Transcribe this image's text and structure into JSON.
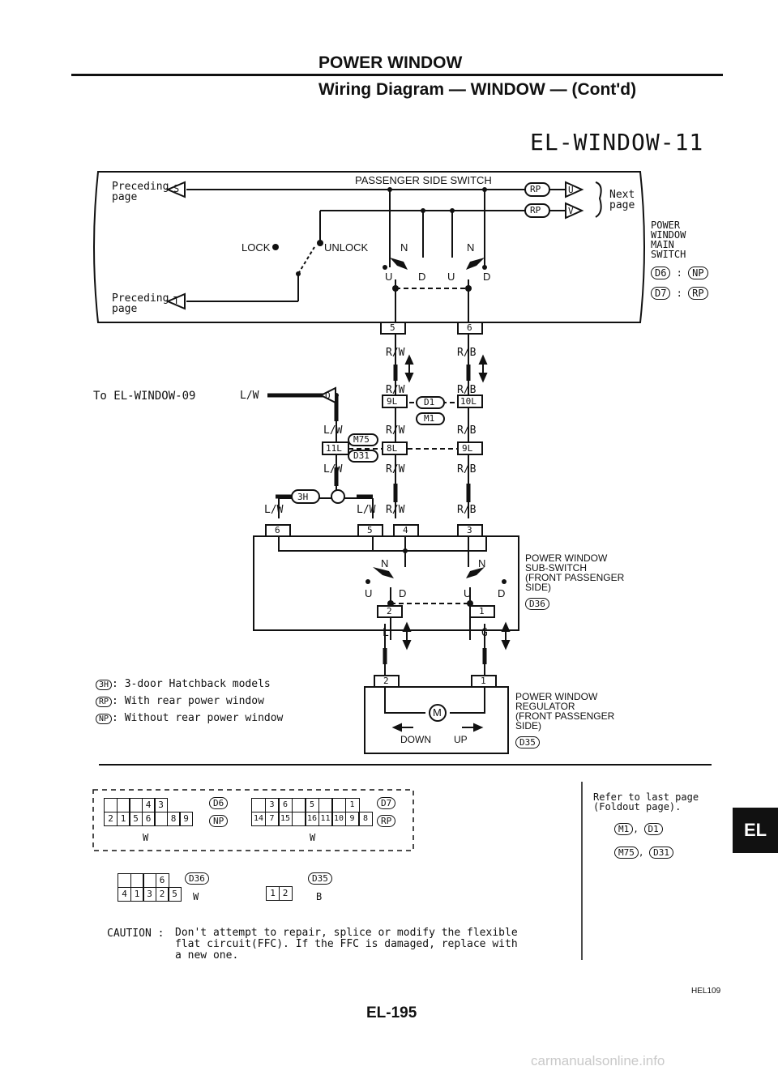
{
  "header": {
    "title": "POWER WINDOW",
    "subtitle": "Wiring Diagram — WINDOW — (Cont'd)",
    "diagram_code": "EL-WINDOW-11"
  },
  "main_switch": {
    "prev_page_1": "Preceding\npage",
    "prev_marker_1": "S",
    "prev_page_2": "Preceding\npage",
    "prev_marker_2": "T",
    "passenger_side_switch": "PASSENGER SIDE SWITCH",
    "next_page": "Next\npage",
    "next_marker_u": "U",
    "next_marker_v": "V",
    "rp": "RP",
    "lock": "LOCK",
    "unlock": "UNLOCK",
    "n": "N",
    "u": "U",
    "d": "D",
    "name": "POWER\nWINDOW\nMAIN\nSWITCH",
    "variant_1_conn": "D6",
    "variant_1_model": "NP",
    "variant_2_conn": "D7",
    "variant_2_model": "RP"
  },
  "wires": {
    "rw": "R/W",
    "rb": "R/B",
    "lw": "L/W",
    "l": "L",
    "g": "G",
    "to_window_09": "To EL-WINDOW-09",
    "q_marker": "Q",
    "pin_5": "5",
    "pin_6": "6",
    "pin_9l": "9L",
    "pin_10l": "10L",
    "pin_11l": "11L",
    "pin_8l": "8L",
    "conn_d1": "D1",
    "conn_m1": "M1",
    "conn_m75": "M75",
    "conn_d31": "D31",
    "junction_3h": "3H"
  },
  "sub_switch": {
    "pin_6": "6",
    "pin_5": "5",
    "pin_4": "4",
    "pin_3": "3",
    "pin_2": "2",
    "pin_1": "1",
    "name": "POWER WINDOW\nSUB-SWITCH\n(FRONT PASSENGER\nSIDE)",
    "conn": "D36"
  },
  "regulator": {
    "pin_2": "2",
    "pin_1": "1",
    "motor": "M",
    "down": "DOWN",
    "up": "UP",
    "name": "POWER WINDOW\nREGULATOR\n(FRONT PASSENGER\nSIDE)",
    "conn": "D35"
  },
  "legend": [
    {
      "code": "3H",
      "text": "3-door Hatchback models"
    },
    {
      "code": "RP",
      "text": "With rear power window"
    },
    {
      "code": "NP",
      "text": "Without rear power window"
    }
  ],
  "connectors": {
    "d6_top": [
      "",
      "",
      "",
      "4",
      "3"
    ],
    "d6_bottom": [
      "2",
      "1",
      "5",
      "6",
      "",
      "8",
      "9"
    ],
    "d6_label": "D6",
    "d6_model": "NP",
    "d6_color": "W",
    "d7_top": [
      "",
      "3",
      "6",
      "",
      "5",
      "",
      "",
      "1"
    ],
    "d7_bottom": [
      "14",
      "7",
      "15",
      "",
      "16",
      "11",
      "10",
      "9",
      "8"
    ],
    "d7_label": "D7",
    "d7_model": "RP",
    "d7_color": "W",
    "d36_top": [
      "",
      "",
      "",
      "6"
    ],
    "d36_bottom": [
      "4",
      "1",
      "3",
      "2",
      "5"
    ],
    "d36_label": "D36",
    "d36_color": "W",
    "d35_cells": [
      "1",
      "2"
    ],
    "d35_label": "D35",
    "d35_color": "B"
  },
  "refer": {
    "text": "Refer to last page\n(Foldout page).",
    "c1": "M1",
    "c2": "D1",
    "c3": "M75",
    "c4": "D31"
  },
  "caution": {
    "label": "CAUTION :",
    "text": "Don't attempt to repair, splice or modify the flexible\nflat circuit(FFC). If the FFC is damaged, replace with\na new one."
  },
  "footer": {
    "code": "HEL109",
    "page": "EL-195",
    "tab": "EL",
    "watermark": "carmanualsonline.info"
  }
}
